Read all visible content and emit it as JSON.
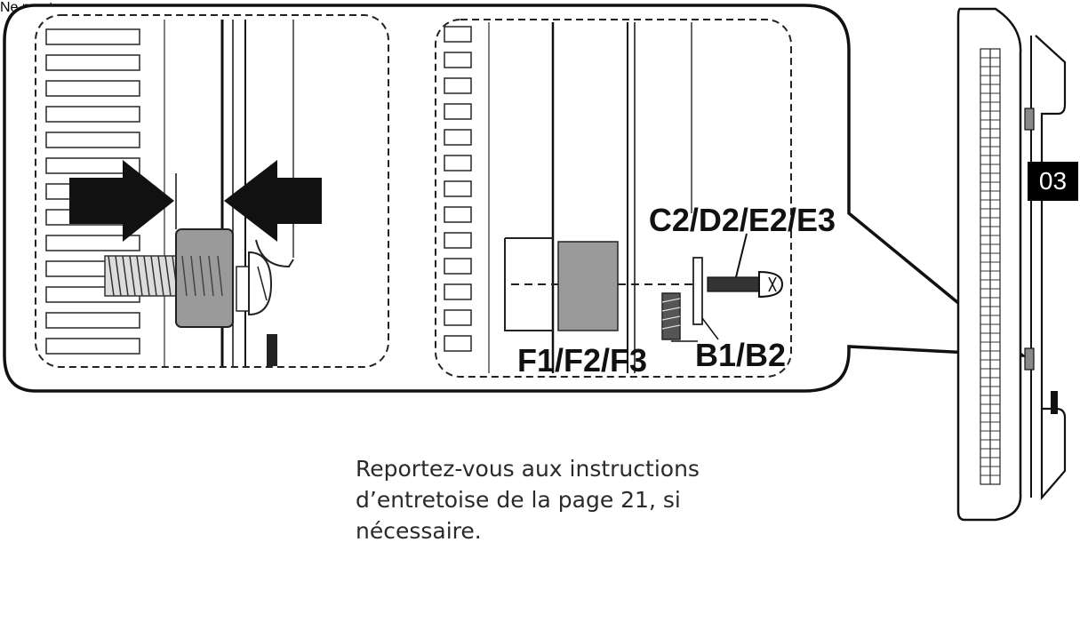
{
  "step": {
    "number": "03"
  },
  "callouts": {
    "screw": "C2/D2/E2/E3",
    "spacer": "F1/F2/F3",
    "washer": "B1/B2"
  },
  "note": {
    "lines": [
      "Reportez-vous aux instructions",
      "d’entretoise de la page 21, si",
      "nécessaire."
    ]
  },
  "warnings": {
    "torque_caption": "Ne pas trop serrer"
  }
}
